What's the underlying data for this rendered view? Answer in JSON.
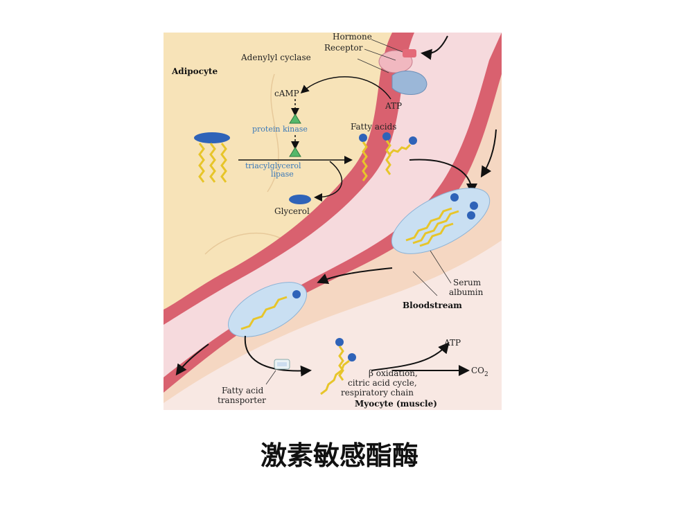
{
  "labels": {
    "hormone": "Hormone",
    "receptor": "Receptor",
    "adenylyl_cyclase": "Adenylyl cyclase",
    "adipocyte": "Adipocyte",
    "camp": "cAMP",
    "atp_top": "ATP",
    "protein_kinase": "protein kinase",
    "fatty_acids": "Fatty acids",
    "tag_lipase_1": "triacylglycerol",
    "tag_lipase_2": "lipase",
    "glycerol": "Glycerol",
    "serum_1": "Serum",
    "serum_2": "albumin",
    "bloodstream": "Bloodstream",
    "atp_bottom": "ATP",
    "co2": "CO",
    "co2_sub": "2",
    "beta_ox_1": "β oxidation,",
    "beta_ox_2": "citric acid cycle,",
    "beta_ox_3": "respiratory chain",
    "transporter_1": "Fatty acid",
    "transporter_2": "transporter",
    "myocyte": "Myocyte (muscle)"
  },
  "caption": "激素敏感酯酶",
  "colors": {
    "adipocyte_fill": "#f7e3b8",
    "vessel_wall": "#d9616f",
    "vessel_lumen": "#f6dadd",
    "albumin": "#c9dff2",
    "fatty_acid_chain": "#e7c52a",
    "fatty_acid_head": "#2f63b8",
    "kinase_blue": "#3a78b8",
    "kinase_green": "#55b86a"
  }
}
